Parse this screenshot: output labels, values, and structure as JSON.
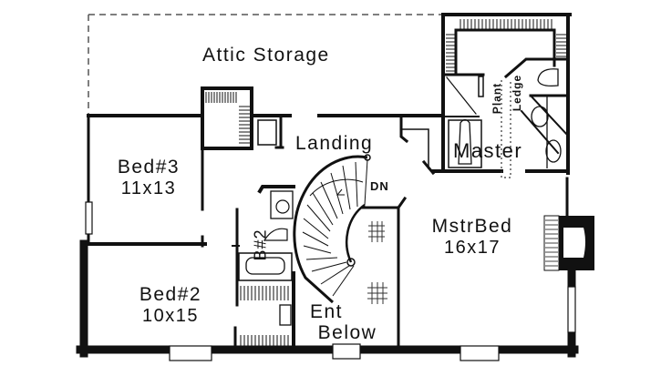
{
  "plan": {
    "type": "floor-plan",
    "level": "second floor",
    "colors": {
      "wall": "#111111",
      "background": "#ffffff",
      "dashed": "#555555"
    }
  },
  "rooms": {
    "attic": {
      "name": "Attic Storage"
    },
    "landing": {
      "name": "Landing"
    },
    "bed3": {
      "name": "Bed#3",
      "dims": "11x13"
    },
    "bed2": {
      "name": "Bed#2",
      "dims": "10x15"
    },
    "bath2": {
      "name": "B#2"
    },
    "master_bath": {
      "name": "Master"
    },
    "plant_ledge": {
      "line1": "Plant",
      "line2": "Ledge"
    },
    "mstr_bed": {
      "name": "MstrBed",
      "dims": "16x17"
    },
    "ent_below": {
      "line1": "Ent",
      "line2": "Below"
    }
  },
  "annotations": {
    "stair_direction": "DN"
  }
}
